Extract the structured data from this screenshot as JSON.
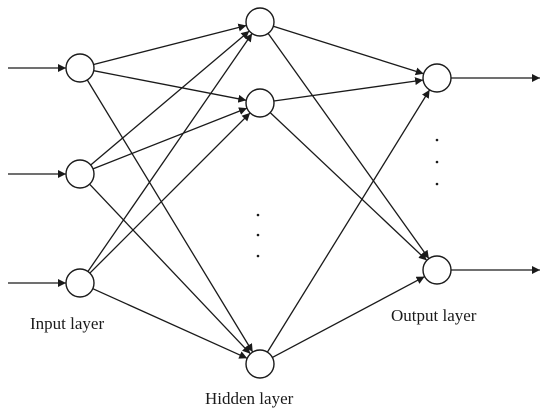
{
  "labels": {
    "input_layer": "Input layer",
    "hidden_layer": "Hidden layer",
    "output_layer": "Output layer"
  },
  "layers": {
    "input": {
      "nodes": 3
    },
    "hidden": {
      "nodes": 3,
      "ellipsis_between": [
        2,
        3
      ]
    },
    "output": {
      "nodes": 2,
      "ellipsis_between": [
        1,
        2
      ]
    }
  },
  "colors": {
    "stroke": "#1a1a1a",
    "background": "#ffffff"
  }
}
